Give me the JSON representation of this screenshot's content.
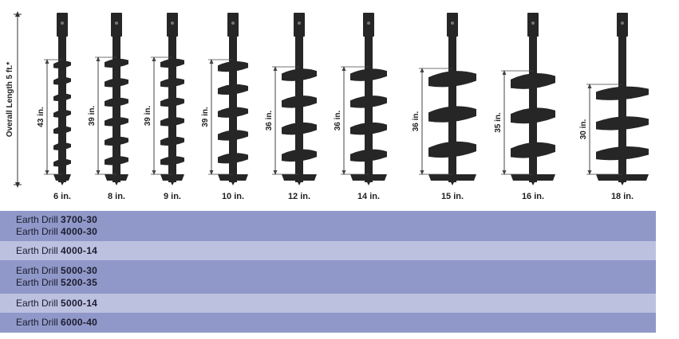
{
  "overall_label": "Overall Length 5 ft.*",
  "augers": [
    {
      "size": "6 in.",
      "length": "43 in."
    },
    {
      "size": "8 in.",
      "length": "39 in."
    },
    {
      "size": "9 in.",
      "length": "39 in."
    },
    {
      "size": "10 in.",
      "length": "39 in."
    },
    {
      "size": "12 in.",
      "length": "36 in."
    },
    {
      "size": "14 in.",
      "length": "36 in."
    },
    {
      "size": "15 in.",
      "length": "36 in."
    },
    {
      "size": "16 in.",
      "length": "35 in."
    },
    {
      "size": "18 in.",
      "length": "30 in."
    }
  ],
  "models": [
    {
      "lines": [
        {
          "prefix": "Earth Drill",
          "model": "3700-30"
        },
        {
          "prefix": "Earth Drill",
          "model": "4000-30"
        }
      ]
    },
    {
      "lines": [
        {
          "prefix": "Earth Drill",
          "model": "4000-14"
        }
      ]
    },
    {
      "lines": [
        {
          "prefix": "Earth Drill",
          "model": "5000-30"
        },
        {
          "prefix": "Earth Drill",
          "model": "5200-35"
        }
      ]
    },
    {
      "lines": [
        {
          "prefix": "Earth Drill",
          "model": "5000-14"
        }
      ]
    },
    {
      "lines": [
        {
          "prefix": "Earth Drill",
          "model": "6000-40"
        }
      ]
    }
  ],
  "colors": {
    "dark_row": "#8f98c8",
    "light_row": "#bcc1e0",
    "auger": "#262626"
  }
}
